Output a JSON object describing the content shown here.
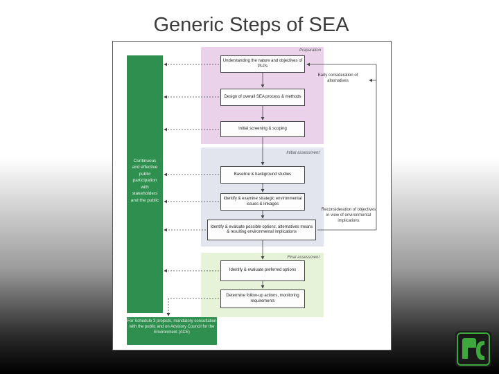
{
  "slide": {
    "title": "Generic Steps of SEA"
  },
  "diagram": {
    "phases": {
      "preparation": "Preparation",
      "initial": "Initial assessment",
      "final": "Final assessment"
    },
    "steps": [
      "Understanding the nature and objectives of PLPs",
      "Design of overall SEA process & methods",
      "Initial screening & scoping",
      "Baseline & background studies",
      "Identify & examine strategic environmental issues & linkages",
      "Identify & evaluate possible options, alternatives means & resulting environmental implications",
      "Identify & evaluate preferred options",
      "Determine follow-up actions, monitoring requirements"
    ],
    "side_bar": "Continuous and effective public participation with stakeholders and the public",
    "side_notes": {
      "early": "Early consideration of alternatives",
      "reconsideration": "Reconsideration of objectives in view of environmental implications"
    },
    "footer_note": "For Schedule 3 projects, mandatory consultation with the public and on Advisory Council for the Environment (ACE)"
  },
  "colors": {
    "preparation": "#ead3ea",
    "initial": "#e3e5ee",
    "final": "#e7f3d8",
    "side_bar": "#2e8f4e",
    "title": "#3c3c3c"
  },
  "logo": {
    "icon": "organization-logo-icon"
  }
}
